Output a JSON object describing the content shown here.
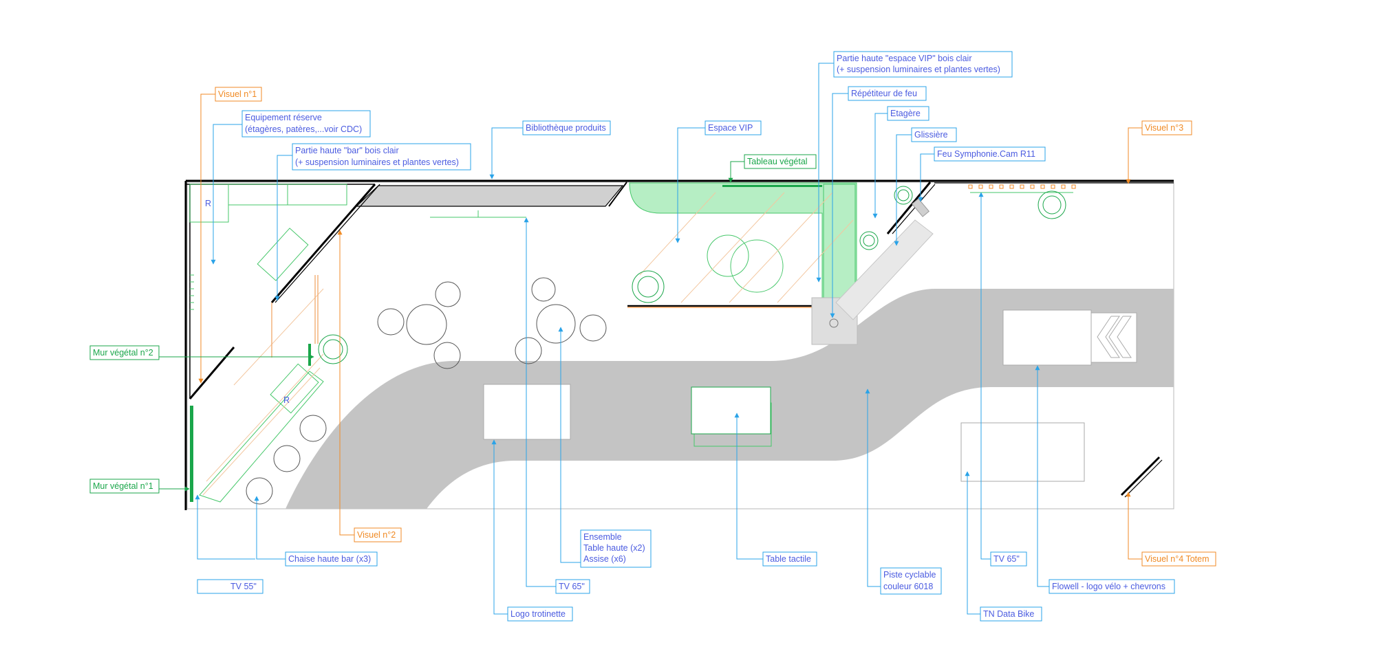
{
  "labels": {
    "visuel1": "Visuel n°1",
    "equipement_l1": "Equipement réserve",
    "equipement_l2": "(étagères, patères,...voir CDC)",
    "bar_l1": "Partie haute \"bar\" bois clair",
    "bar_l2": "(+ suspension luminaires et plantes vertes)",
    "bibliotheque": "Bibliothèque produits",
    "espace_vip": "Espace VIP",
    "tableau_vegetal": "Tableau végétal",
    "vip_haute_l1": "Partie haute \"espace VIP\" bois clair",
    "vip_haute_l2": "(+ suspension luminaires et plantes vertes)",
    "repetiteur": "Répétiteur de feu",
    "etagere": "Etagère",
    "glissiere": "Glissière",
    "feu": "Feu Symphonie.Cam R11",
    "visuel3": "Visuel n°3",
    "mur_vegetal2": "Mur végétal n°2",
    "mur_vegetal1": "Mur végétal n°1",
    "visuel2": "Visuel n°2",
    "chaise": "Chaise haute bar (x3)",
    "tv55": "TV 55\"",
    "ensemble_l1": "Ensemble",
    "ensemble_l2": "Table haute (x2)",
    "ensemble_l3": "Assise (x6)",
    "tv65_left": "TV 65\"",
    "logo_trotinette": "Logo trotinette",
    "table_tactile": "Table tactile",
    "piste_l1": "Piste cyclable",
    "piste_l2": "couleur 6018",
    "tv65_right": "TV 65\"",
    "tn_data": "TN Data Bike",
    "flowell": "Flowell - logo vélo + chevrons",
    "visuel4": "Visuel n°4 Totem",
    "reserve_mark_1": "R",
    "reserve_mark_2": "R"
  },
  "colors": {
    "blue": "#4a5be0",
    "leader_blue": "#2aa3e8",
    "orange": "#f08a24",
    "green": "#1aa64a",
    "track": "#c4c4c4"
  }
}
